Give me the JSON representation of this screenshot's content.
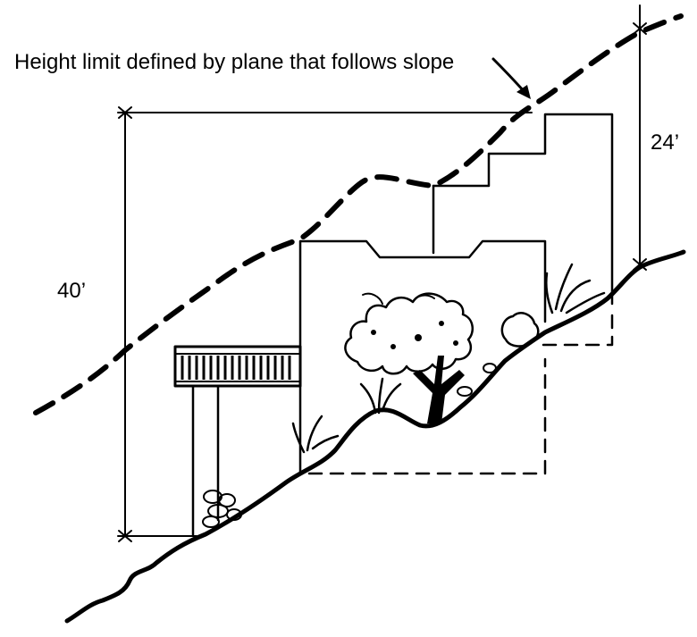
{
  "diagram": {
    "annotation": "Height limit defined by plane that follows slope",
    "dimension_left": "40’",
    "dimension_right": "24’"
  }
}
